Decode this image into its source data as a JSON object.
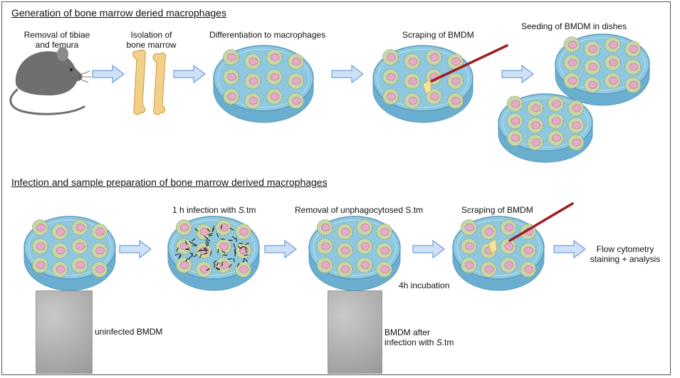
{
  "colors": {
    "dish_fill": "#8ec8e0",
    "dish_rim": "#5a9bbd",
    "cell_fill": "#c7d6a8",
    "nucleus_fill": "#e8a9c6",
    "arrow_fill": "#cfe1f7",
    "arrow_stroke": "#6f9fd6",
    "scraper_handle": "#a01c24",
    "bone_fill": "#f3d08a",
    "mouse_fill": "#6f6f6f",
    "micrograph_bg": "#b0b0b0"
  },
  "icons": {
    "mouse": "mouse-icon",
    "bones": "bone-icon",
    "dish": "petri-dish-icon",
    "arrow": "process-arrow-icon",
    "scraper": "cell-scraper-icon",
    "bacteria": "bacteria-icon"
  },
  "section1": {
    "title": "Generation of bone marrow deried macrophages",
    "steps": {
      "removal_line1": "Removal of tibiae",
      "removal_line2": "and femura",
      "isolation_line1": "Isolation of",
      "isolation_line2": "bone marrow",
      "differentiation": "Differentiation to macrophages",
      "scraping": "Scraping of BMDM",
      "seeding": "Seeding of BMDM in dishes"
    }
  },
  "section2": {
    "title": "Infection and sample preparation of bone marrow derived macrophages",
    "steps": {
      "infection_prefix": "1 h infection with ",
      "infection_italic": "S.",
      "infection_suffix": "tm",
      "removal": "Removal of unphagocytosed S.tm",
      "scraping": "Scraping of BMDM",
      "incubation": "4h incubation",
      "flow_line1": "Flow cytometry",
      "flow_line2": "staining + analysis"
    },
    "micrographs": {
      "uninfected": "uninfected BMDM",
      "infected_line1": "BMDM after",
      "infected_prefix": "infection with ",
      "infected_italic": "S.",
      "infected_suffix": "tm"
    }
  }
}
